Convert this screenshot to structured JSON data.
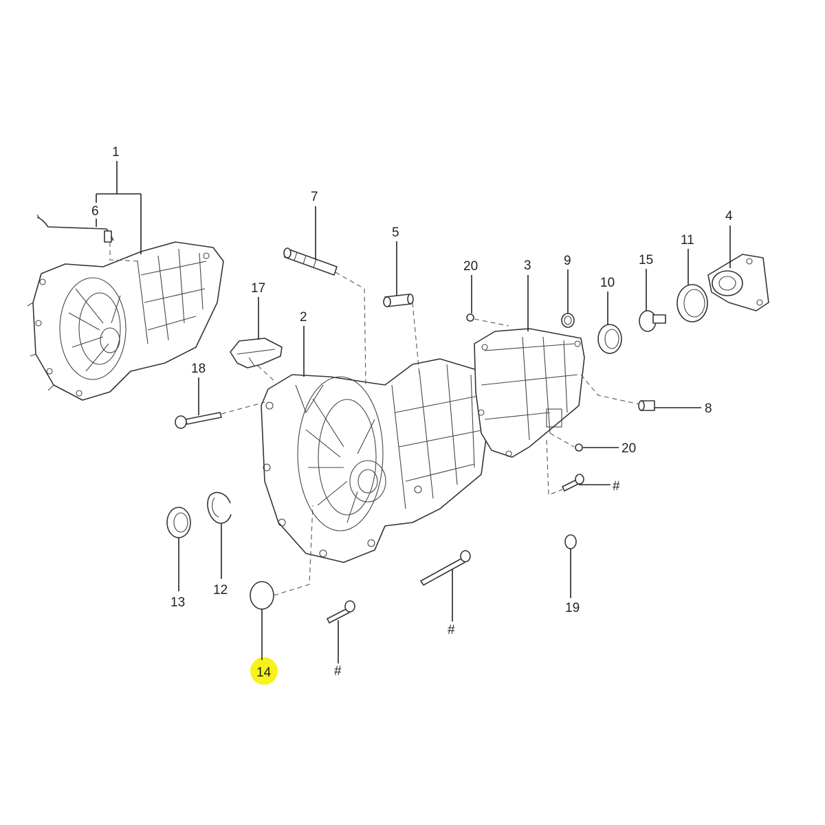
{
  "callouts": {
    "c1": "1",
    "c2": "2",
    "c3": "3",
    "c4": "4",
    "c5": "5",
    "c6": "6",
    "c7": "7",
    "c8": "8",
    "c9": "9",
    "c10": "10",
    "c11": "11",
    "c12": "12",
    "c13": "13",
    "c14": "14",
    "c15": "15",
    "c17": "17",
    "c18": "18",
    "c19": "19",
    "c20a": "20",
    "c20b": "20",
    "hash1": "#",
    "hash2": "#",
    "hash3": "#"
  },
  "highlight": {
    "callout": "14",
    "color": "#f6f21a"
  }
}
